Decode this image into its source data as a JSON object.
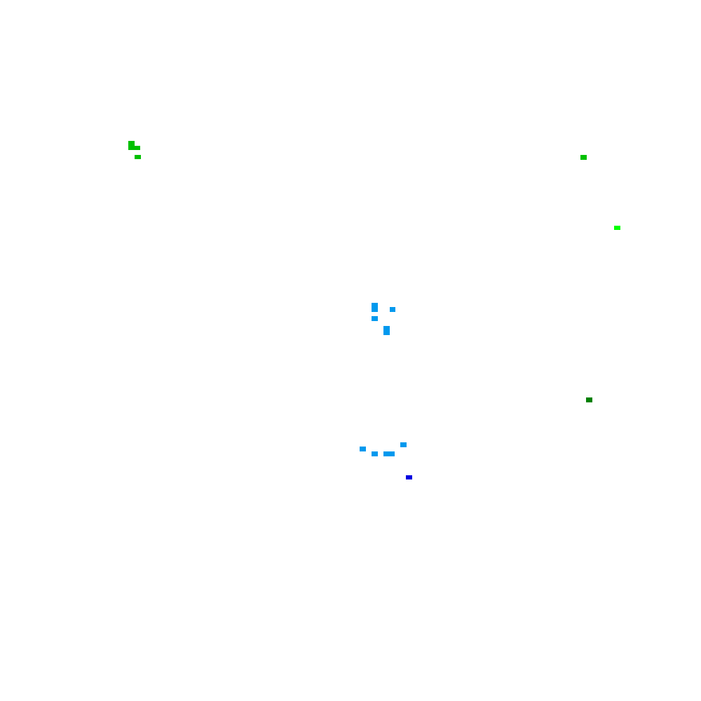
{
  "background": "#ffffff",
  "palette": {
    "green": "#00c000",
    "light_green": "#00ff00",
    "dark_green": "#008000",
    "sky_blue": "#0099ee",
    "blue": "#0000e0"
  },
  "markers": [
    {
      "name": "green-marker-top-left",
      "color": "#00c000"
    },
    {
      "name": "green-marker-small-left",
      "color": "#00c000"
    },
    {
      "name": "green-marker-top-right",
      "color": "#00c000"
    },
    {
      "name": "light-green-marker-right",
      "color": "#00ff00"
    },
    {
      "name": "blue-marker-cluster-center",
      "color": "#0099ee"
    },
    {
      "name": "dark-green-marker-right",
      "color": "#008000"
    },
    {
      "name": "blue-marker-cluster-lower",
      "color": "#0099ee"
    },
    {
      "name": "dark-blue-marker-lower",
      "color": "#0000e0"
    }
  ]
}
